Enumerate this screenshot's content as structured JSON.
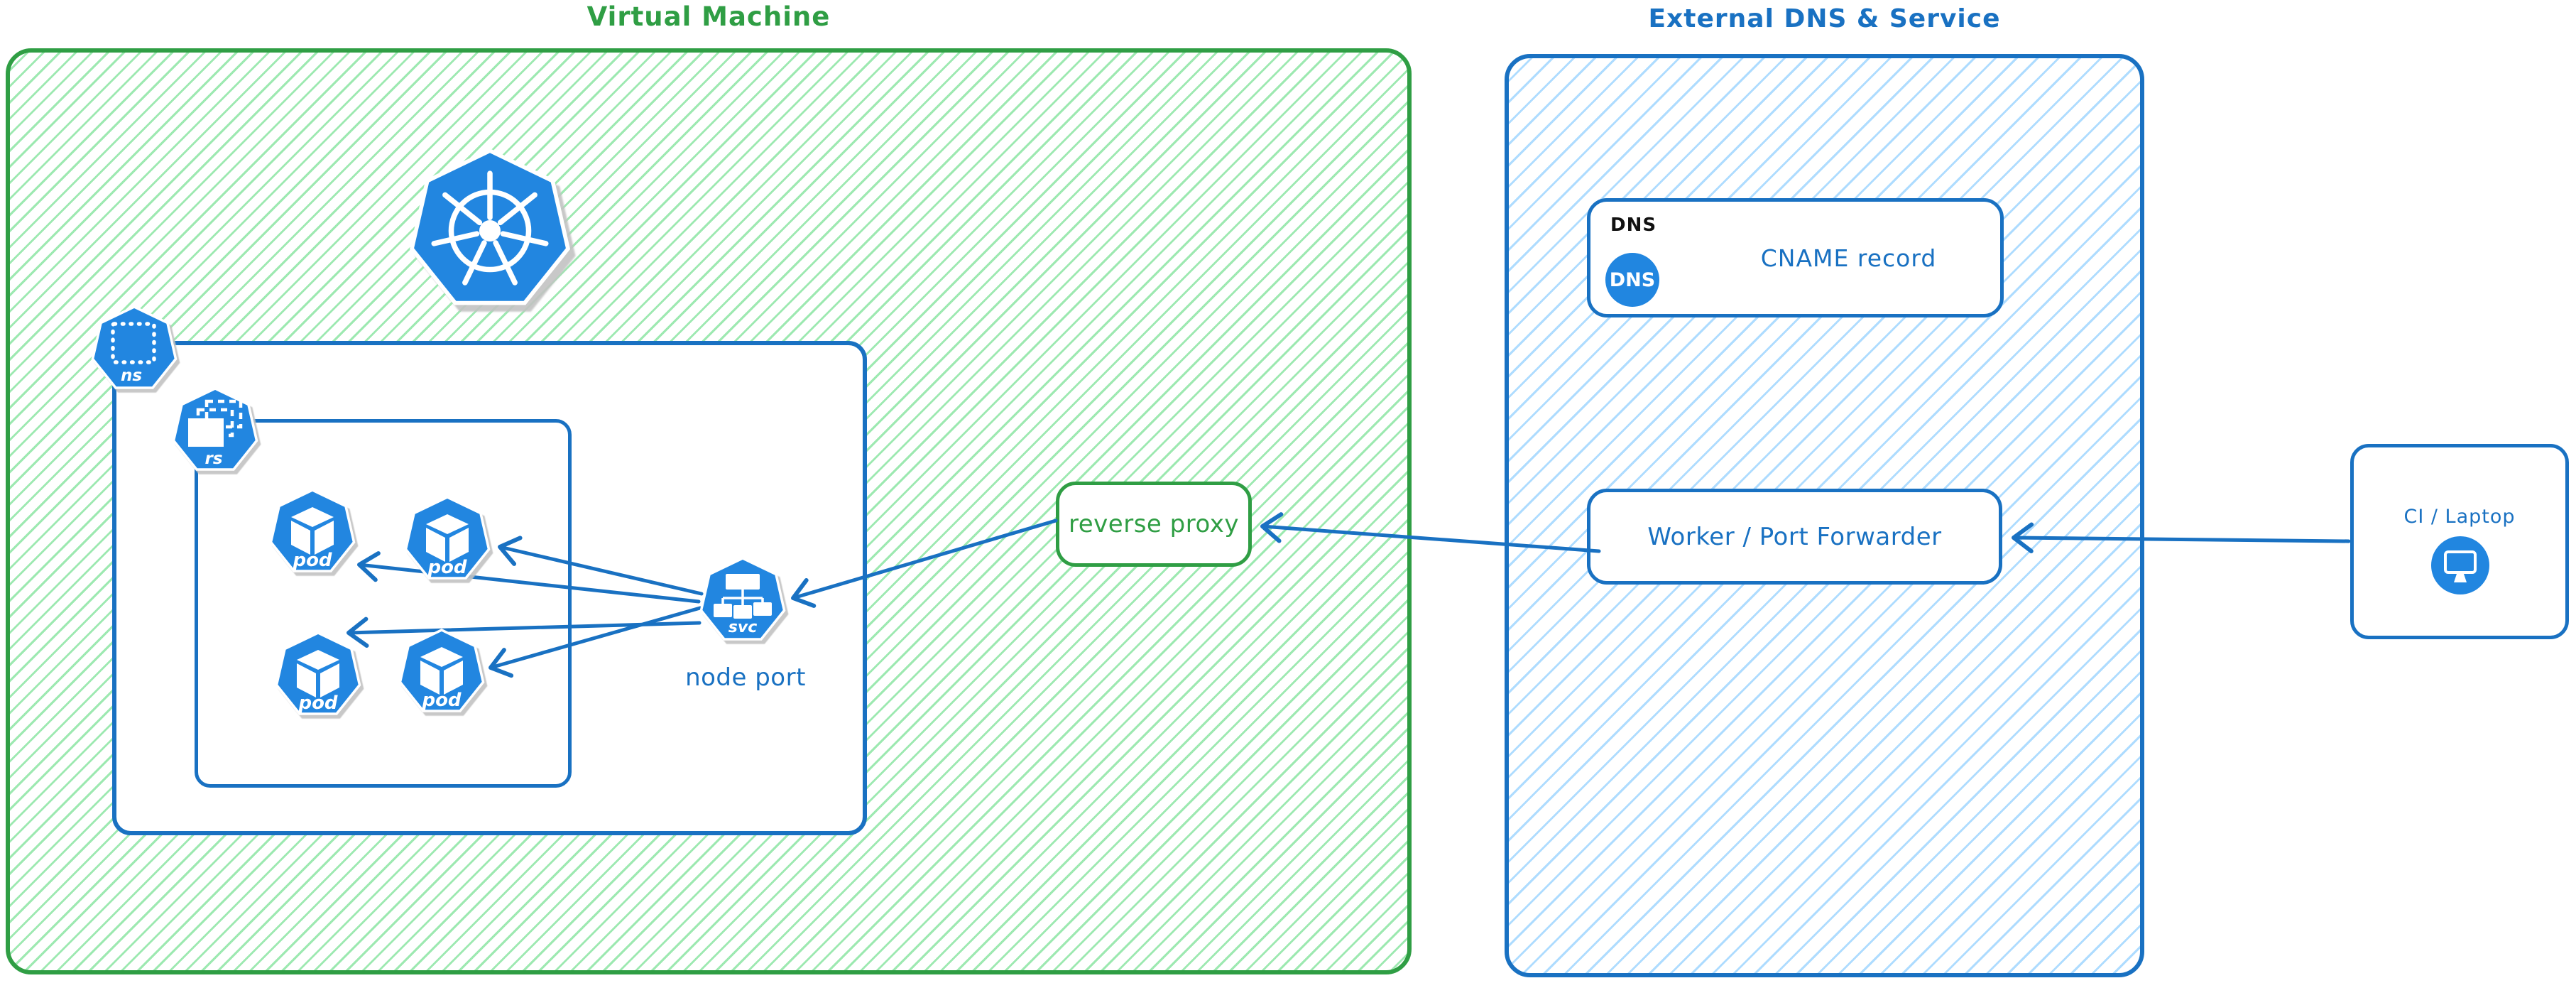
{
  "diagram": {
    "vm": {
      "title": "Virtual Machine",
      "namespace_icon_label": "ns",
      "replicaset_icon_label": "rs",
      "pod_labels": [
        "pod",
        "pod",
        "pod",
        "pod"
      ],
      "service_icon_label": "svc",
      "node_port_label": "node port",
      "reverse_proxy_label": "reverse proxy"
    },
    "external": {
      "title": "External DNS & Service",
      "dns_section_label": "DNS",
      "dns_badge_label": "DNS",
      "cname_label": "CNAME record",
      "worker_label": "Worker / Port Forwarder"
    },
    "client": {
      "label": "CI / Laptop"
    },
    "colors": {
      "green_stroke": "#2f9e44",
      "green_hatch": "#8ce5a3",
      "blue_stroke": "#1971c2",
      "blue_hatch": "#a5d8ff",
      "icon_blue": "#2186e0",
      "shadow_gray": "#c2c2c2"
    }
  }
}
